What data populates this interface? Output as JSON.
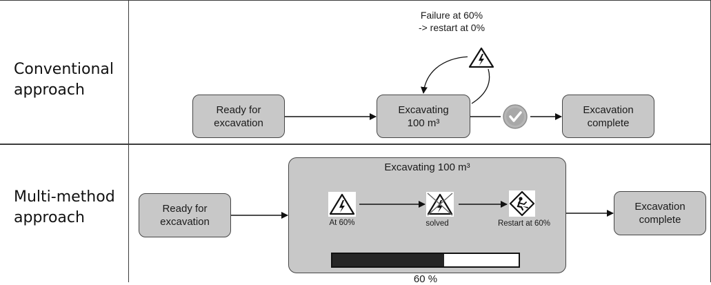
{
  "rows": [
    {
      "label": "Conventional\napproach"
    },
    {
      "label": "Multi-method\napproach"
    }
  ],
  "conventional": {
    "ready": "Ready for\nexcavation",
    "excavating": "Excavating\n100 m³",
    "complete": "Excavation\ncomplete",
    "failure_note": "Failure at 60%\n-> restart at 0%",
    "icons": [
      "warning-icon",
      "check-icon"
    ]
  },
  "multi": {
    "ready": "Ready for\nexcavation",
    "box_title": "Excavating 100 m³",
    "steps": [
      {
        "label": "At 60%",
        "icon": "warning-icon"
      },
      {
        "label": "solved",
        "icon": "warning-crossed-icon"
      },
      {
        "label": "Restart at 60%",
        "icon": "worker-digging-icon"
      }
    ],
    "progress": 0.6,
    "progress_label": "60 %",
    "complete": "Excavation\ncomplete"
  },
  "colors": {
    "node_fill": "#c8c8c8",
    "progress_fill": "#262626",
    "check_fill": "#b0b0b0"
  }
}
